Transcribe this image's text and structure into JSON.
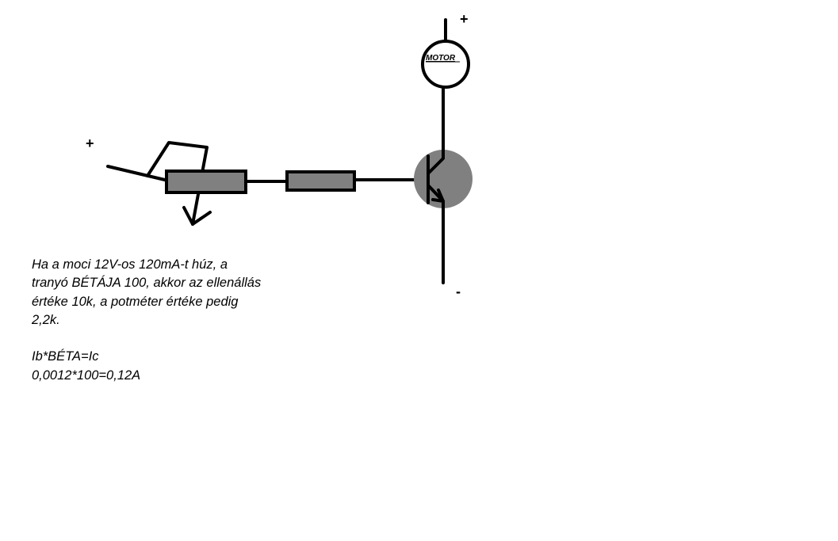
{
  "supply": {
    "plus_left": "+",
    "plus_top": "+",
    "minus": "-"
  },
  "motor": {
    "label": "MOTOR"
  },
  "colors": {
    "component_fill": "#808080",
    "line": "#000000",
    "background": "#ffffff"
  },
  "note": {
    "lines": [
      "Ha a moci 12V-os 120mA-t húz, a",
      "tranyó BÉTÁJA 100, akkor az ellenállás",
      "értéke 10k, a potméter értéke pedig",
      "2,2k."
    ],
    "formula": "Ib*BÉTA=Ic",
    "calculation": "0,0012*100=0,12A"
  }
}
